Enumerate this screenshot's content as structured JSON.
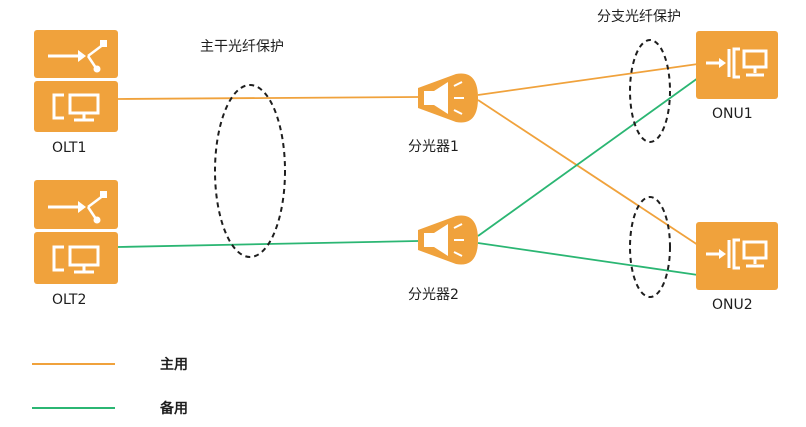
{
  "colors": {
    "primary_line": "#f0a23c",
    "backup_line": "#2bb673",
    "device_fill": "#f0a23c",
    "ellipse_stroke": "#1e1e1e"
  },
  "annotations": {
    "trunk_protection": "主干光纤保护",
    "branch_protection": "分支光纤保护"
  },
  "nodes": {
    "olt1": "OLT1",
    "olt2": "OLT2",
    "splitter1": "分光器1",
    "splitter2": "分光器2",
    "onu1": "ONU1",
    "onu2": "ONU2"
  },
  "legend": {
    "primary": "主用",
    "backup": "备用"
  },
  "icons": {
    "olt": [
      "port-arrow-icon",
      "terminal-icon"
    ],
    "splitter": "splitter-icon",
    "onu": "onu-terminal-icon"
  }
}
